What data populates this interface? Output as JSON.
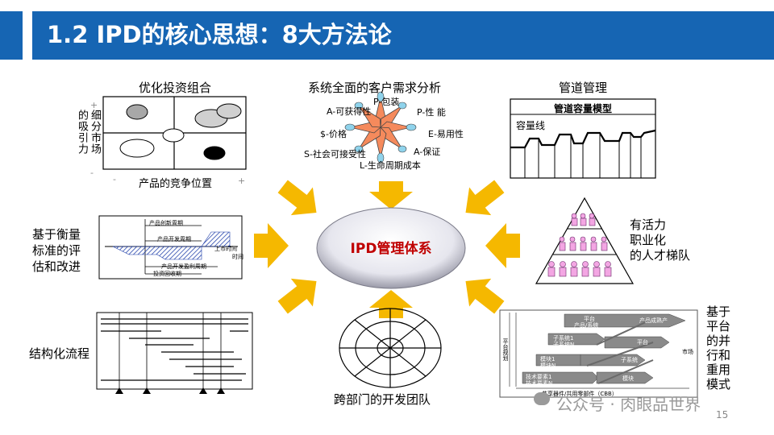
{
  "header": {
    "title": "1.2 IPD的核心思想：8大方法论"
  },
  "center": {
    "label": "IPD管理体系"
  },
  "portfolio": {
    "title": "优化投资组合",
    "ylabel_col1": "的吸引力",
    "ylabel_col2": "细分市场",
    "xlabel": "产品的竞争位置",
    "plus": "+",
    "minus": "-"
  },
  "customer": {
    "title": "系统全面的客户需求分析",
    "items": [
      "P-包装",
      "A-可获得性",
      "P-性 能",
      "$-价格",
      "E-易用性",
      "S-社会可接受性",
      "A-保证",
      "L-生命周期成本"
    ]
  },
  "pipeline": {
    "title": "管道管理",
    "model": "管道容量模型",
    "capacity": "容量线"
  },
  "metrics": {
    "title_lines": [
      "基于衡量",
      "标准的评",
      "估和改进"
    ],
    "labels": [
      "产品创新周期",
      "产品开发周期",
      "上市时间",
      "产品开发盈利周期",
      "投资回收期",
      "时间"
    ]
  },
  "talent": {
    "title_lines": [
      "有活力",
      "职业化",
      "的人才梯队"
    ]
  },
  "process": {
    "title": "结构化流程"
  },
  "team": {
    "title": "跨部门的开发团队"
  },
  "platform": {
    "title_lines": [
      "基于",
      "平台",
      "的并",
      "行和",
      "重用",
      "模式"
    ],
    "labels": [
      "平台",
      "产品/系统",
      "平台",
      "产品成熟产",
      "子系统1",
      "子系统N",
      "模块1",
      "模块N",
      "技术要素1",
      "技术要素N",
      "共享器件/共用零部件（CBB）",
      "市场",
      "子系统",
      "模块",
      "平台规划"
    ]
  },
  "footer": {
    "watermark": "公众号 · 肉眼品世界",
    "page": "15"
  }
}
